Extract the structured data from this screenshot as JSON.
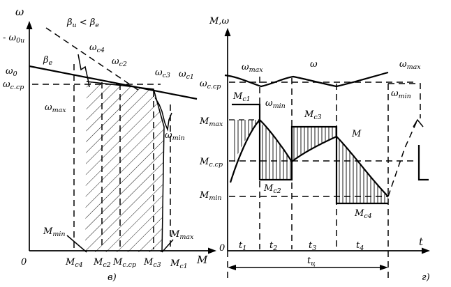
{
  "colors": {
    "ink": "#000000",
    "paper": "#ffffff"
  },
  "left_plot": {
    "y_axis_letter": "ω",
    "origin_label": "0",
    "x_axis_letter": "M",
    "caption": "в)",
    "beta_ineq": {
      "beta": "β",
      "beta_sub": "и",
      "lt": " < ",
      "beta2": "β",
      "beta2_sub": "е"
    },
    "omega_0n": {
      "prefix": "- ",
      "main": "ω",
      "sub": "0и"
    },
    "omega_0": {
      "main": "ω",
      "sub": "0"
    },
    "omega_ccp": {
      "main": "ω",
      "sub": "с.ср"
    },
    "beta_e": {
      "main": "β",
      "sub": "е"
    },
    "omega_c4": {
      "main": "ω",
      "sub": "с4"
    },
    "omega_c2": {
      "main": "ω",
      "sub": "с2"
    },
    "omega_c3": {
      "main": "ω",
      "sub": "с3"
    },
    "omega_c1": {
      "main": "ω",
      "sub": "с1"
    },
    "omega_max": {
      "main": "ω",
      "sub": "max"
    },
    "omega_min": {
      "main": "ω",
      "sub": "min"
    },
    "m_min": {
      "main": "M",
      "sub": "min"
    },
    "m_max": {
      "main": "M",
      "sub": "max"
    },
    "x_ticks": [
      {
        "main": "M",
        "sub": "с4"
      },
      {
        "main": "M",
        "sub": "с2"
      },
      {
        "main": "M",
        "sub": "с.ср"
      },
      {
        "main": "M",
        "sub": "с3"
      },
      {
        "main": "M",
        "sub": "с1"
      }
    ]
  },
  "right_plot": {
    "y_axis_label": "M,ω",
    "origin_label": "0",
    "t_axis_letter": "t",
    "caption": "г)",
    "omega_max_left": {
      "main": "ω",
      "sub": "max"
    },
    "omega_curve": "ω",
    "omega_max_right": {
      "main": "ω",
      "sub": "max"
    },
    "omega_min_mid": {
      "main": "ω",
      "sub": "min"
    },
    "omega_min_right": {
      "main": "ω",
      "sub": "min"
    },
    "omega_ccp": {
      "main": "ω",
      "sub": "с.ср"
    },
    "m_c1": {
      "main": "M",
      "sub": "с1"
    },
    "m_c2": {
      "main": "M",
      "sub": "с2"
    },
    "m_c3": {
      "main": "M",
      "sub": "с3"
    },
    "m_c4": {
      "main": "M",
      "sub": "с4"
    },
    "m_curve": "M",
    "m_max": {
      "main": "M",
      "sub": "max"
    },
    "m_ccp": {
      "main": "M",
      "sub": "с.ср"
    },
    "m_min": {
      "main": "M",
      "sub": "min"
    },
    "t_labels": [
      {
        "main": "t",
        "sub": "1"
      },
      {
        "main": "t",
        "sub": "2"
      },
      {
        "main": "t",
        "sub": "3"
      },
      {
        "main": "t",
        "sub": "4"
      }
    ],
    "t_cycle": {
      "main": "t",
      "sub": "ц"
    }
  }
}
